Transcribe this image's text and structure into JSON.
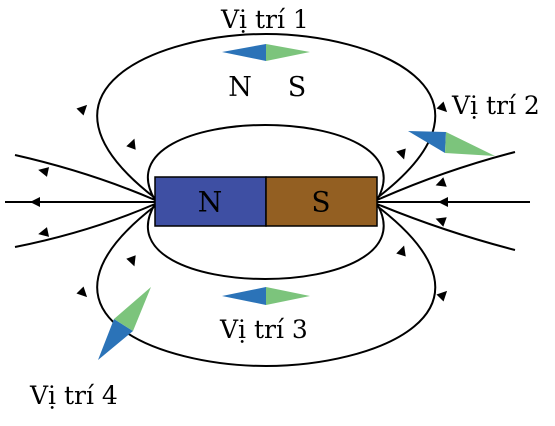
{
  "magnet": {
    "north_label": "N",
    "south_label": "S",
    "north_color": "#3e4fa3",
    "south_color": "#935f22"
  },
  "needle_colors": {
    "north": "#2b73b8",
    "south": "#7cc47c"
  },
  "needle_pole_labels": {
    "north": "N",
    "south": "S"
  },
  "positions": [
    {
      "label": "Vị trí 1"
    },
    {
      "label": "Vị trí 2"
    },
    {
      "label": "Vị trí 3"
    },
    {
      "label": "Vị trí 4"
    }
  ]
}
